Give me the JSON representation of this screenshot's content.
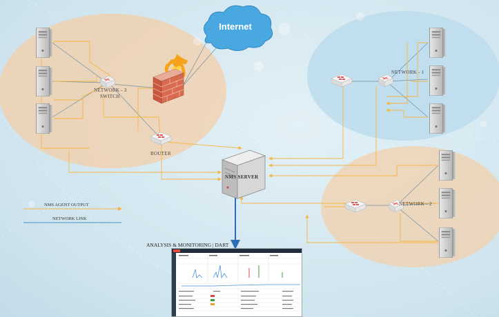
{
  "labels": {
    "internet": "Internet",
    "network_3": "NETWORK - 3",
    "switch": "SWITCH",
    "router": "ROUTER",
    "nms_server": "NMS SERVER",
    "network_1": "NETWORK - 1",
    "network_2": "NETWORK - 2",
    "dashboard_title": "ANALYSIS & MONITORING | DART"
  },
  "legend": {
    "agent_output": "NMS AGENT OUTPUT",
    "network_link": "NETWORK LINK"
  },
  "colors": {
    "agent_line": "#f5b642",
    "network_line": "#4a8fc0",
    "server_link": "#2a6fb5",
    "zone_left": "#f3cfa8",
    "zone_right_top": "#bcdcec",
    "zone_right_bottom": "#f3cfa8",
    "cloud": "#4aa8e0"
  },
  "icons": [
    "server-icon",
    "firewall-icon",
    "switch-icon",
    "router-icon",
    "cloud-icon",
    "nms-server-icon",
    "dashboard-thumbnail"
  ]
}
